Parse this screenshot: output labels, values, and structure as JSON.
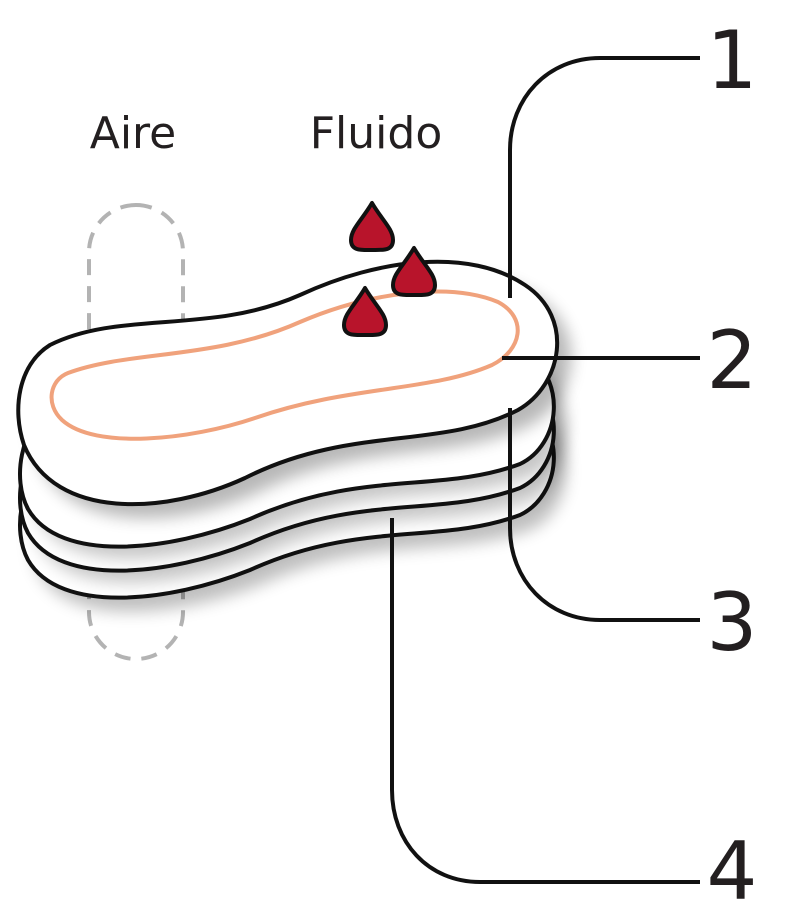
{
  "labels": {
    "air": "Aire",
    "fluid": "Fluido"
  },
  "callouts": [
    "1",
    "2",
    "3",
    "4"
  ],
  "colors": {
    "outline": "#111111",
    "text": "#231f20",
    "drop_fill": "#b8142b",
    "inner_line": "#f0a27c",
    "air_dashes": "#b3b3b3"
  },
  "icons": {
    "drop": "fluid-drop-icon"
  }
}
